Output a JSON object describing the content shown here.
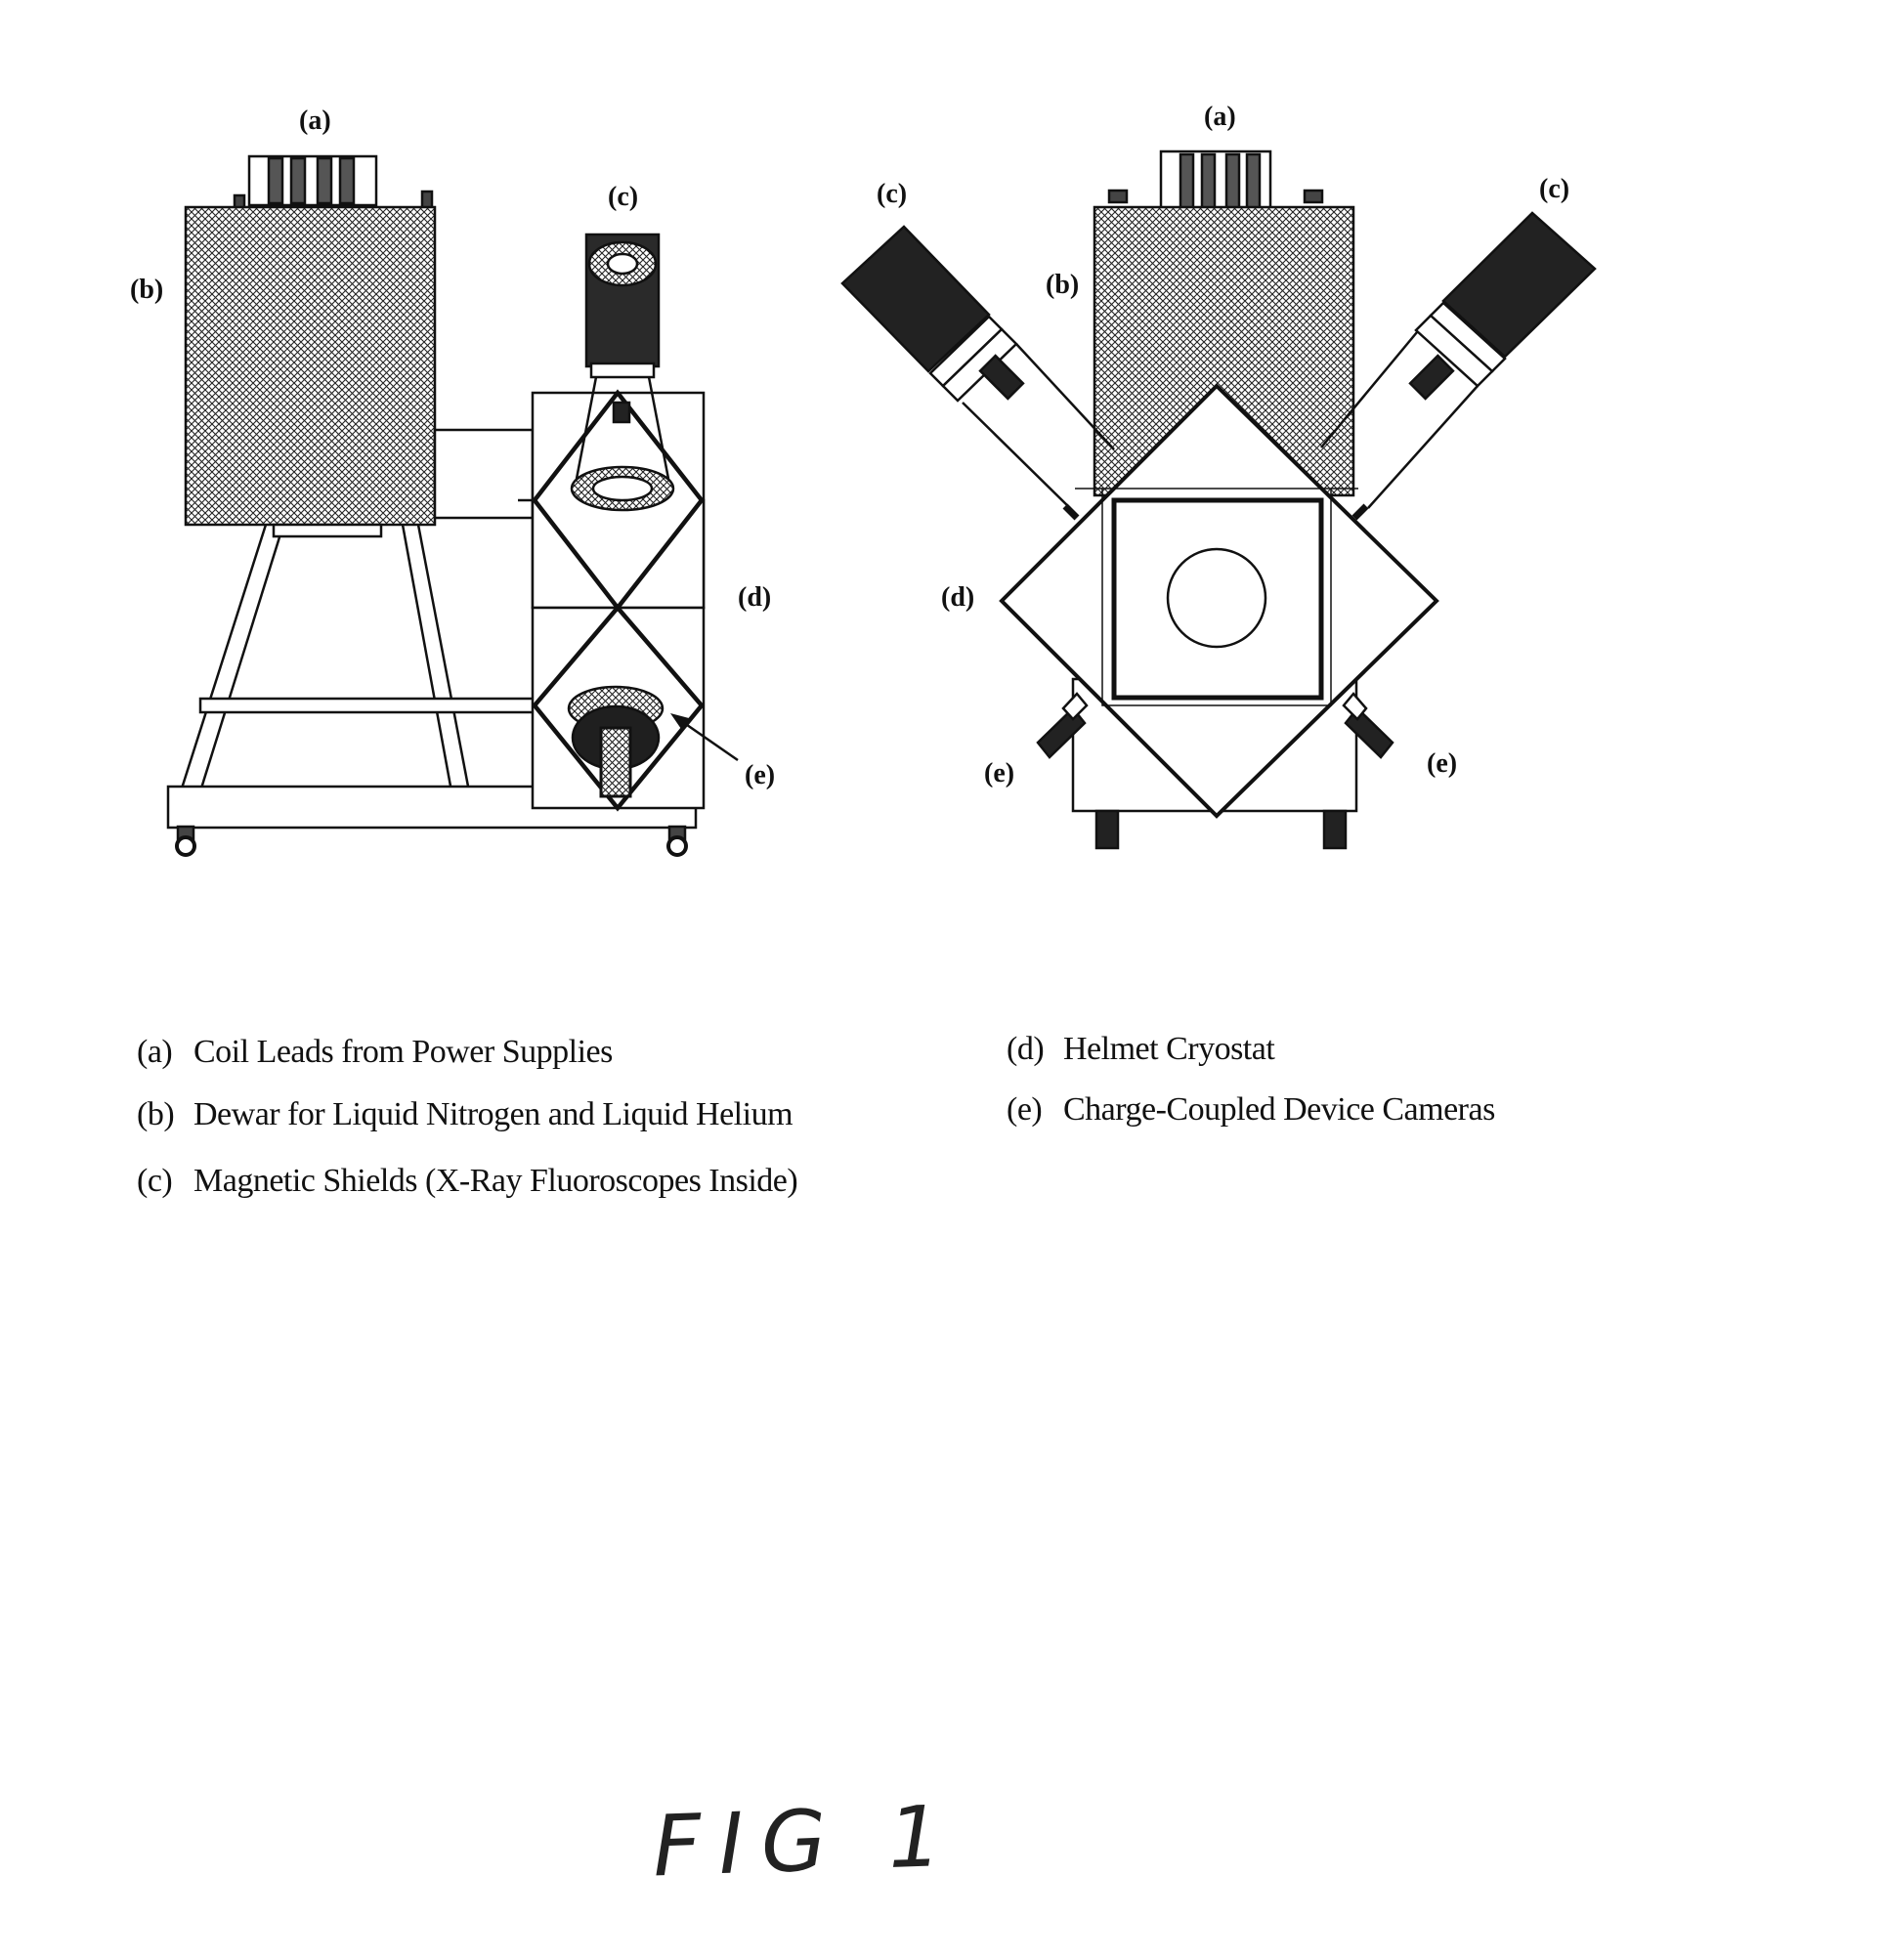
{
  "figure": {
    "left_view": {
      "callouts": {
        "a": "(a)",
        "b": "(b)",
        "c": "(c)",
        "d": "(d)",
        "e": "(e)"
      }
    },
    "right_view": {
      "callouts": {
        "a": "(a)",
        "b": "(b)",
        "c_left": "(c)",
        "c_right": "(c)",
        "d": "(d)",
        "e_left": "(e)",
        "e_right": "(e)"
      }
    }
  },
  "legend": [
    {
      "key": "(a)",
      "text": "Coil Leads from Power Supplies"
    },
    {
      "key": "(b)",
      "text": "Dewar for Liquid Nitrogen and Liquid Helium"
    },
    {
      "key": "(c)",
      "text": "Magnetic Shields (X-Ray Fluoroscopes Inside)"
    },
    {
      "key": "(d)",
      "text": "Helmet Cryostat"
    },
    {
      "key": "(e)",
      "text": "Charge-Coupled Device Cameras"
    }
  ],
  "caption": "FIG 1"
}
